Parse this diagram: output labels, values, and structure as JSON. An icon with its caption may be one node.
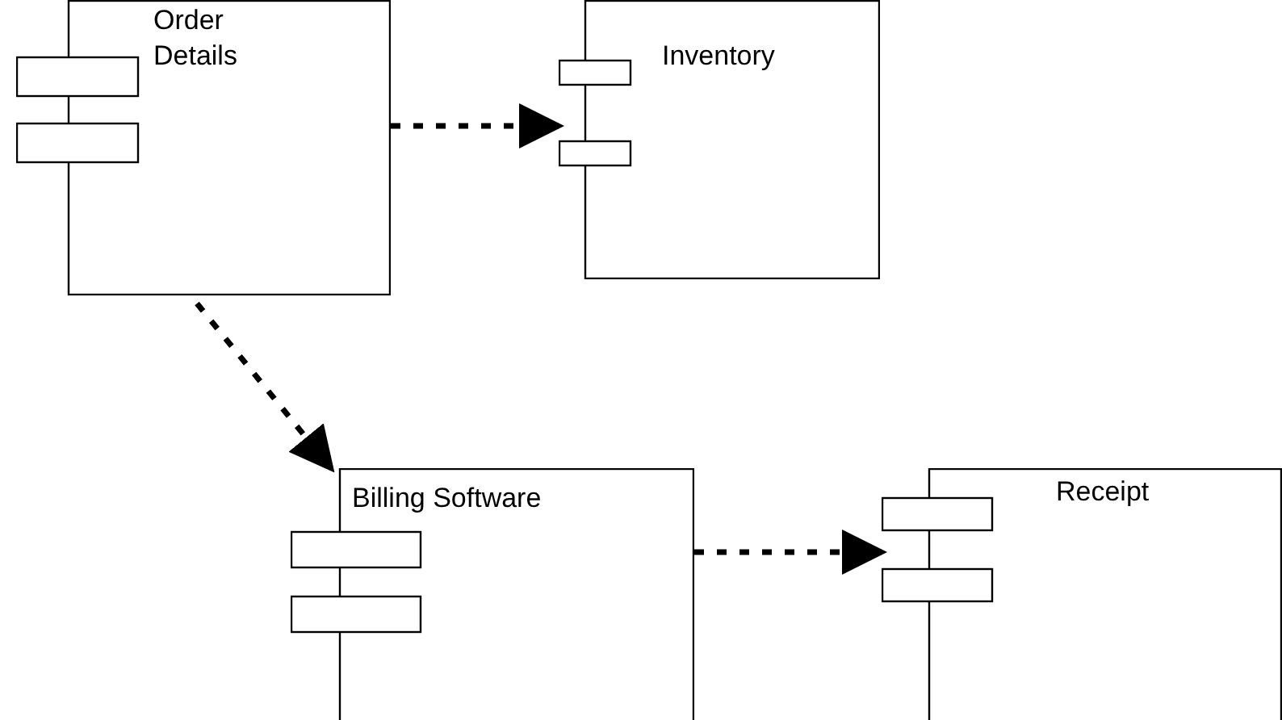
{
  "diagram": {
    "nodes": [
      {
        "text": [
          "Order Details"
        ]
      },
      {
        "text": [
          "Inventory"
        ]
      },
      {
        "text": [
          "Billing Software"
        ]
      },
      {
        "text": [
          "Receipt"
        ]
      }
    ],
    "edges": [
      {
        "from": 0,
        "to": 1,
        "arrow": "to",
        "style": "dashed"
      },
      {
        "from": 0,
        "to": 2,
        "arrow": "to",
        "style": "dashed"
      },
      {
        "from": 2,
        "to": 3,
        "arrow": "to",
        "style": "dashed"
      }
    ]
  }
}
